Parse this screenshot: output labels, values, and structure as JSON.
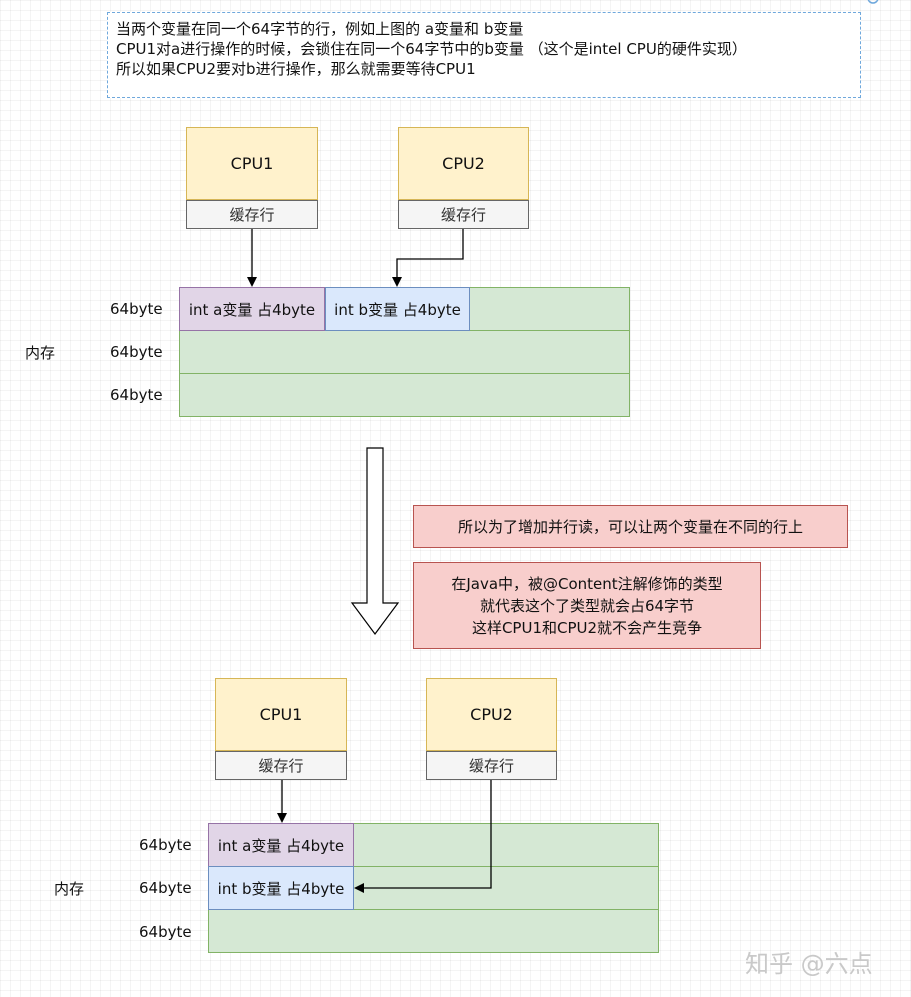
{
  "top_note": {
    "text": "当两个变量在同一个64字节的行，例如上图的 a变量和 b变量\nCPU1对a进行操作的时候，会锁住在同一个64字节中的b变量 （这个是intel CPU的硬件实现）\n所以如果CPU2要对b进行操作，那么就需要等待CPU1"
  },
  "diagram_top": {
    "cpu1": {
      "title": "CPU1",
      "cache": "缓存行"
    },
    "cpu2": {
      "title": "CPU2",
      "cache": "缓存行"
    },
    "memory_label": "内存",
    "rows": [
      "64byte",
      "64byte",
      "64byte"
    ],
    "var_a": "int a变量  占4byte",
    "var_b": "int b变量  占4byte"
  },
  "notes": {
    "red1": "所以为了增加并行读，可以让两个变量在不同的行上",
    "red2": "在Java中，被@Content注解修饰的类型\n就代表这个了类型就会占64字节\n这样CPU1和CPU2就不会产生竞争"
  },
  "diagram_bottom": {
    "cpu1": {
      "title": "CPU1",
      "cache": "缓存行"
    },
    "cpu2": {
      "title": "CPU2",
      "cache": "缓存行"
    },
    "memory_label": "内存",
    "rows": [
      "64byte",
      "64byte",
      "64byte"
    ],
    "var_a": "int a变量  占4byte",
    "var_b": "int b变量  占4byte"
  },
  "watermark": "知乎 @六点"
}
